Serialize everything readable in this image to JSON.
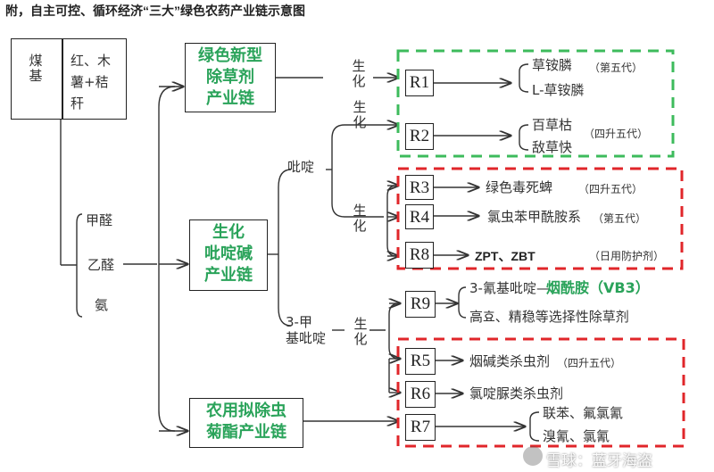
{
  "title": "附，自主可控、循环经济“三大”绿色农药产业链示意图",
  "sources": {
    "coal": "煤\n基",
    "biomass": "红、木\n薯+秸\n秆",
    "intermediates": [
      "甲醛",
      "乙醛",
      "氨"
    ]
  },
  "chains": {
    "green_herbicide": "绿色新型\n除草剂\n产业链",
    "pyridine": "生化\n吡啶碱\n产业链",
    "pyrethroid": "农用拟除虫\n菊酯产业链"
  },
  "branch_labels": {
    "pyridine": "吡啶",
    "methylpyridine": "3-甲\n基吡啶",
    "bio": "生\n化"
  },
  "products": {
    "R1": {
      "label": "R1",
      "items": [
        "草铵膦",
        "L-草铵膦"
      ],
      "gen": "（第五代）"
    },
    "R2": {
      "label": "R2",
      "items": [
        "百草枯",
        "敌草快"
      ],
      "gen": "（四升五代）"
    },
    "R3": {
      "label": "R3",
      "items": [
        "绿色毒死蜱"
      ],
      "gen": "（四升五代）"
    },
    "R4": {
      "label": "R4",
      "items": [
        "氯虫苯甲酰胺系"
      ],
      "gen": "（第五代）"
    },
    "R8": {
      "label": "R8",
      "items": [
        "ZPT、ZBT"
      ],
      "gen": "（日用防护剂）"
    },
    "R9": {
      "label": "R9",
      "items": [
        "3-氰基吡啶—",
        "烟酰胺（VB3）",
        "高효、精稳等选择性除草剂"
      ],
      "gen": ""
    },
    "R5": {
      "label": "R5",
      "items": [
        "烟碱类杀虫剂"
      ],
      "gen": "（四升五代）"
    },
    "R6": {
      "label": "R6",
      "items": [
        "氯啶脲类杀虫剂"
      ],
      "gen": ""
    },
    "R7": {
      "label": "R7",
      "items": [
        "联苯、氟氯氰",
        "溴氰、氯氰"
      ],
      "gen": ""
    }
  },
  "watermark": "雪球：蓝牙海盗",
  "colors": {
    "green_text": "#2aa35a",
    "green_dash": "#3dbb5c",
    "red_dash": "#e0262a",
    "line": "#333333"
  }
}
